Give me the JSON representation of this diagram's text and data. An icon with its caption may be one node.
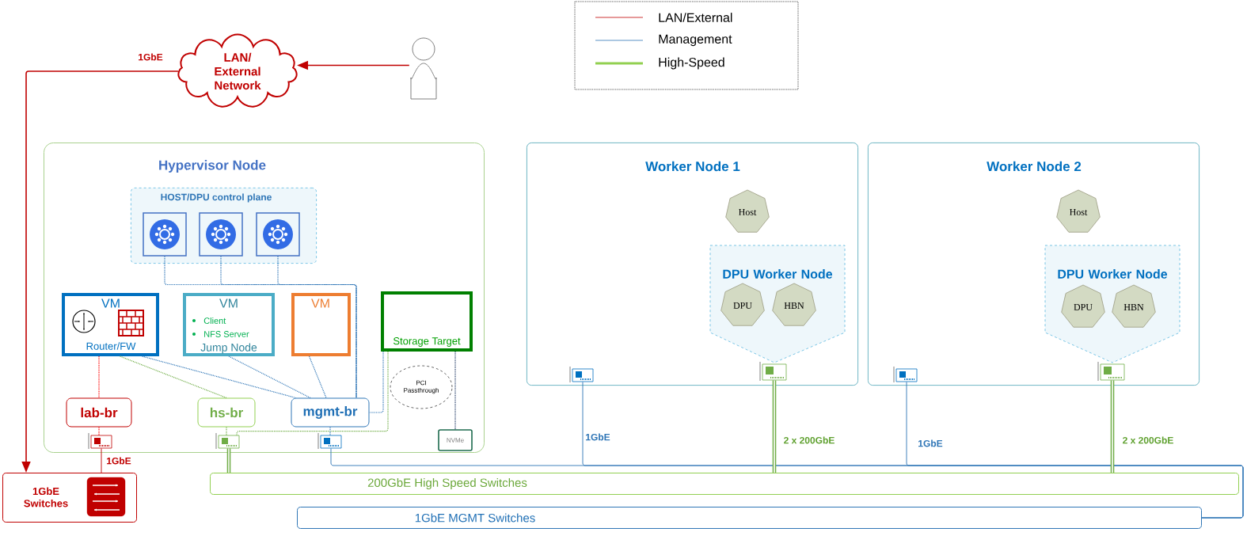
{
  "diagram": {
    "nodes": [
      {
        "text": [
          "LAN/ External Network"
        ]
      },
      {
        "text": [],
        "shape": "person"
      },
      {
        "text": [
          "Hypervisor Node"
        ]
      },
      {
        "text": [
          "HOST/DPU control plane"
        ],
        "in": 2
      },
      {
        "text": [],
        "shape": "box",
        "in": 3
      },
      {
        "text": [],
        "shape": "box",
        "in": 3
      },
      {
        "text": [],
        "shape": "box",
        "in": 3
      },
      {
        "text": [
          "VM",
          "Router/FW"
        ],
        "in": 2
      },
      {
        "text": [
          "VM",
          "Client",
          "NFS Server",
          "Jump Node"
        ],
        "in": 2
      },
      {
        "text": [
          "VM"
        ],
        "in": 2
      },
      {
        "text": [
          "Storage Target"
        ],
        "in": 2
      },
      {
        "text": [
          "lab-br"
        ],
        "in": 2
      },
      {
        "text": [
          "hs-br"
        ],
        "in": 2
      },
      {
        "text": [
          "mgmt-br"
        ],
        "in": 2
      },
      {
        "text": [
          "PCI Passthrough"
        ],
        "in": 2
      },
      {
        "text": [],
        "shape": "card",
        "in": 2
      },
      {
        "text": [],
        "shape": "card",
        "in": 2
      },
      {
        "text": [],
        "shape": "card",
        "in": 2
      },
      {
        "text": [
          "NVMe"
        ],
        "in": 2
      },
      {
        "text": [
          "Worker Node 1"
        ]
      },
      {
        "text": [
          "Host"
        ],
        "in": 19
      },
      {
        "text": [
          "DPU Worker Node"
        ],
        "in": 19
      },
      {
        "text": [
          "DPU"
        ],
        "in": 21
      },
      {
        "text": [
          "HBN"
        ],
        "in": 21
      },
      {
        "text": [],
        "shape": "card",
        "in": 19
      },
      {
        "text": [],
        "shape": "card",
        "in": 19
      },
      {
        "text": [
          "Worker Node 2"
        ]
      },
      {
        "text": [
          "Host"
        ],
        "in": 26
      },
      {
        "text": [
          "DPU Worker Node"
        ],
        "in": 26
      },
      {
        "text": [
          "DPU"
        ],
        "in": 28
      },
      {
        "text": [
          "HBN"
        ],
        "in": 28
      },
      {
        "text": [],
        "shape": "card",
        "in": 26
      },
      {
        "text": [],
        "shape": "card",
        "in": 26
      },
      {
        "text": [
          "1GbE Switches"
        ]
      },
      {
        "text": [
          "200GbE High Speed Switches"
        ]
      },
      {
        "text": [
          "1GbE MGMT Switches"
        ]
      }
    ],
    "edges": [
      {
        "from": 1,
        "to": 0,
        "arrow": "to",
        "color": "#c00000"
      },
      {
        "from": 0,
        "to": 33,
        "arrow": "to",
        "color": "#c00000",
        "label": "1GbE"
      },
      {
        "from": 4,
        "to": 13,
        "arrow": "none",
        "style": "dashed"
      },
      {
        "from": 5,
        "to": 13,
        "arrow": "none",
        "style": "dashed"
      },
      {
        "from": 6,
        "to": 13,
        "arrow": "none",
        "style": "dashed"
      },
      {
        "from": 7,
        "to": 11,
        "arrow": "none",
        "style": "dashed",
        "color": "#ff0000"
      },
      {
        "from": 7,
        "to": 12,
        "arrow": "none",
        "style": "dashed",
        "color": "#70ad47"
      },
      {
        "from": 7,
        "to": 13,
        "arrow": "none",
        "style": "dashed"
      },
      {
        "from": 8,
        "to": 13,
        "arrow": "none",
        "style": "dashed"
      },
      {
        "from": 9,
        "to": 13,
        "arrow": "none",
        "style": "dashed"
      },
      {
        "from": 10,
        "to": 13,
        "arrow": "none",
        "style": "dashed"
      },
      {
        "from": 10,
        "to": 16,
        "arrow": "none",
        "style": "dashed",
        "color": "#70ad47"
      },
      {
        "from": 10,
        "to": 18,
        "arrow": "none",
        "style": "dashed",
        "color": "#1f3864"
      },
      {
        "from": 11,
        "to": 15,
        "arrow": "none",
        "style": "dashed",
        "color": "#ff0000"
      },
      {
        "from": 12,
        "to": 16,
        "arrow": "none",
        "style": "dashed",
        "color": "#70ad47"
      },
      {
        "from": 13,
        "to": 17,
        "arrow": "none",
        "style": "dashed"
      },
      {
        "from": 15,
        "to": 33,
        "arrow": "none",
        "color": "#c00000",
        "label": "1GbE"
      },
      {
        "from": 16,
        "to": 34,
        "arrow": "none",
        "style": "thick",
        "color": "#70ad47"
      },
      {
        "from": 17,
        "to": 35,
        "arrow": "none"
      },
      {
        "from": 24,
        "to": 35,
        "arrow": "none",
        "label": "1GbE"
      },
      {
        "from": 25,
        "to": 34,
        "arrow": "none",
        "style": "thick",
        "color": "#70ad47",
        "label": "2 x 200GbE"
      },
      {
        "from": 31,
        "to": 35,
        "arrow": "none",
        "label": "1GbE"
      },
      {
        "from": 32,
        "to": 34,
        "arrow": "none",
        "style": "thick",
        "color": "#70ad47",
        "label": "2 x 200GbE"
      }
    ],
    "legend": [
      {
        "text": "LAN/External"
      },
      {
        "text": "Management"
      },
      {
        "text": "High-Speed"
      }
    ]
  }
}
